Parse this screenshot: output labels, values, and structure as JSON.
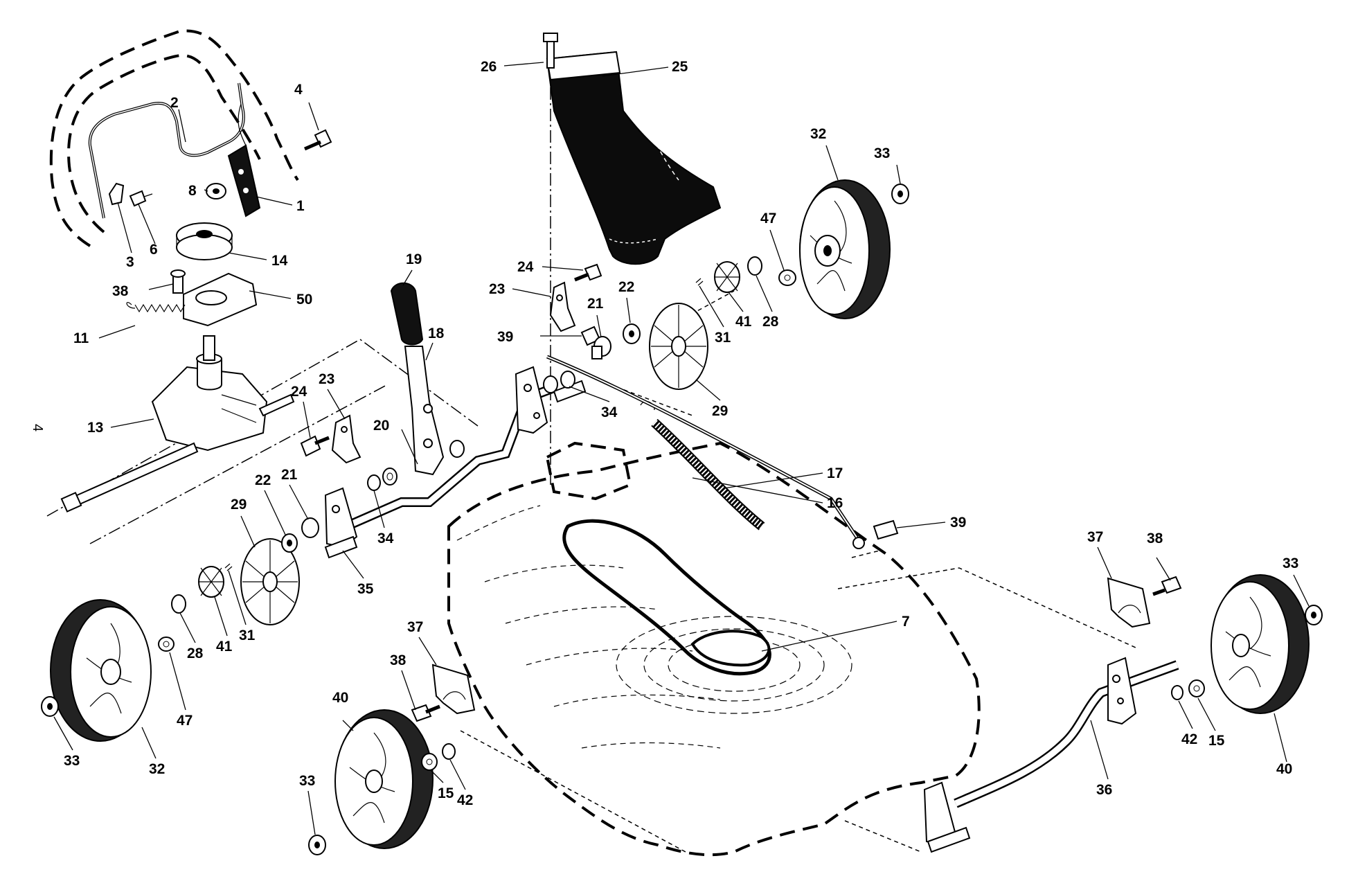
{
  "page": {
    "page_number": "4",
    "ink_color": "#000000",
    "background_color": "#ffffff"
  },
  "callouts": [
    {
      "id": "c-1",
      "text": "1"
    },
    {
      "id": "c-2",
      "text": "2"
    },
    {
      "id": "c-3",
      "text": "3"
    },
    {
      "id": "c-4",
      "text": "4"
    },
    {
      "id": "c-6",
      "text": "6"
    },
    {
      "id": "c-7",
      "text": "7"
    },
    {
      "id": "c-8",
      "text": "8"
    },
    {
      "id": "c-11",
      "text": "11"
    },
    {
      "id": "c-13",
      "text": "13"
    },
    {
      "id": "c-14",
      "text": "14"
    },
    {
      "id": "c-15a",
      "text": "15"
    },
    {
      "id": "c-15b",
      "text": "15"
    },
    {
      "id": "c-16",
      "text": "16"
    },
    {
      "id": "c-17",
      "text": "17"
    },
    {
      "id": "c-18",
      "text": "18"
    },
    {
      "id": "c-19",
      "text": "19"
    },
    {
      "id": "c-20",
      "text": "20"
    },
    {
      "id": "c-21a",
      "text": "21"
    },
    {
      "id": "c-21b",
      "text": "21"
    },
    {
      "id": "c-22a",
      "text": "22"
    },
    {
      "id": "c-22b",
      "text": "22"
    },
    {
      "id": "c-23a",
      "text": "23"
    },
    {
      "id": "c-23b",
      "text": "23"
    },
    {
      "id": "c-24a",
      "text": "24"
    },
    {
      "id": "c-24b",
      "text": "24"
    },
    {
      "id": "c-25",
      "text": "25"
    },
    {
      "id": "c-26",
      "text": "26"
    },
    {
      "id": "c-28a",
      "text": "28"
    },
    {
      "id": "c-28b",
      "text": "28"
    },
    {
      "id": "c-29a",
      "text": "29"
    },
    {
      "id": "c-29b",
      "text": "29"
    },
    {
      "id": "c-31a",
      "text": "31"
    },
    {
      "id": "c-31b",
      "text": "31"
    },
    {
      "id": "c-32a",
      "text": "32"
    },
    {
      "id": "c-32b",
      "text": "32"
    },
    {
      "id": "c-33a",
      "text": "33"
    },
    {
      "id": "c-33b",
      "text": "33"
    },
    {
      "id": "c-33c",
      "text": "33"
    },
    {
      "id": "c-33d",
      "text": "33"
    },
    {
      "id": "c-34a",
      "text": "34"
    },
    {
      "id": "c-34b",
      "text": "34"
    },
    {
      "id": "c-35",
      "text": "35"
    },
    {
      "id": "c-36",
      "text": "36"
    },
    {
      "id": "c-37a",
      "text": "37"
    },
    {
      "id": "c-37b",
      "text": "37"
    },
    {
      "id": "c-38a",
      "text": "38"
    },
    {
      "id": "c-38b",
      "text": "38"
    },
    {
      "id": "c-38c",
      "text": "38"
    },
    {
      "id": "c-39a",
      "text": "39"
    },
    {
      "id": "c-39b",
      "text": "39"
    },
    {
      "id": "c-40a",
      "text": "40"
    },
    {
      "id": "c-40b",
      "text": "40"
    },
    {
      "id": "c-41a",
      "text": "41"
    },
    {
      "id": "c-41b",
      "text": "41"
    },
    {
      "id": "c-42a",
      "text": "42"
    },
    {
      "id": "c-42b",
      "text": "42"
    },
    {
      "id": "c-47a",
      "text": "47"
    },
    {
      "id": "c-47b",
      "text": "47"
    },
    {
      "id": "c-50",
      "text": "50"
    }
  ]
}
